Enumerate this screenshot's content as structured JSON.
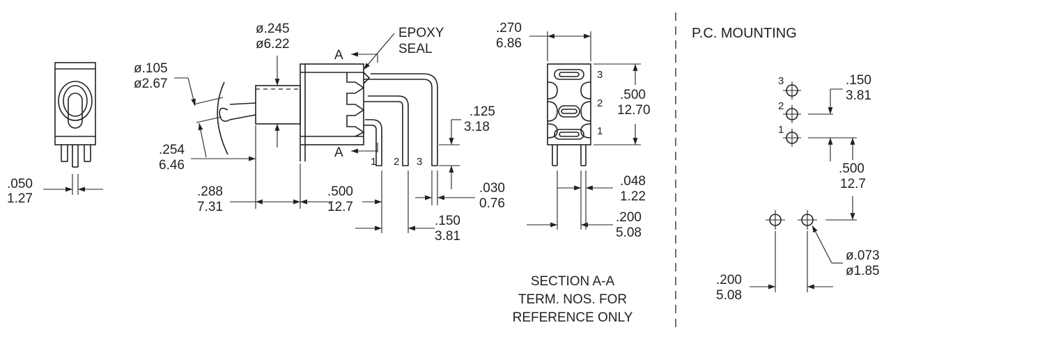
{
  "header": {
    "title": "P.C. MOUNTING"
  },
  "front_view": {
    "dim_pin_width": {
      "inch": ".050",
      "mm": "1.27"
    }
  },
  "side_view": {
    "dim_bushing_dia": {
      "inch": "ø.245",
      "mm": "ø6.22"
    },
    "dim_lever_dia": {
      "inch": "ø.105",
      "mm": "ø2.67"
    },
    "dim_lever_len": {
      "inch": ".254",
      "mm": "6.46"
    },
    "dim_bushing_len": {
      "inch": ".288",
      "mm": "7.31"
    },
    "dim_body_len": {
      "inch": ".500",
      "mm": "12.7"
    },
    "dim_pin_pitch": {
      "inch": ".150",
      "mm": "3.81"
    },
    "dim_pin_thick": {
      "inch": ".030",
      "mm": "0.76"
    },
    "dim_pin_offset": {
      "inch": ".125",
      "mm": "3.18"
    },
    "epoxy_label_1": "EPOXY",
    "epoxy_label_2": "SEAL",
    "section_marker": "A",
    "pin_labels": [
      "1",
      "2",
      "3"
    ]
  },
  "section_view": {
    "dim_width": {
      "inch": ".270",
      "mm": "6.86"
    },
    "dim_height": {
      "inch": ".500",
      "mm": "12.70"
    },
    "dim_pin_w": {
      "inch": ".048",
      "mm": "1.22"
    },
    "dim_pin_span": {
      "inch": ".200",
      "mm": "5.08"
    },
    "pin_labels": [
      "3",
      "2",
      "1"
    ],
    "caption": [
      "SECTION A-A",
      "TERM. NOS. FOR",
      "REFERENCE ONLY"
    ]
  },
  "pc_mounting": {
    "pin_labels": [
      "3",
      "2",
      "1"
    ],
    "dim_pitch": {
      "inch": ".150",
      "mm": "3.81"
    },
    "dim_row_gap": {
      "inch": ".500",
      "mm": "12.7"
    },
    "dim_hole_dia": {
      "inch": "ø.073",
      "mm": "ø1.85"
    },
    "dim_hole_span": {
      "inch": ".200",
      "mm": "5.08"
    }
  }
}
